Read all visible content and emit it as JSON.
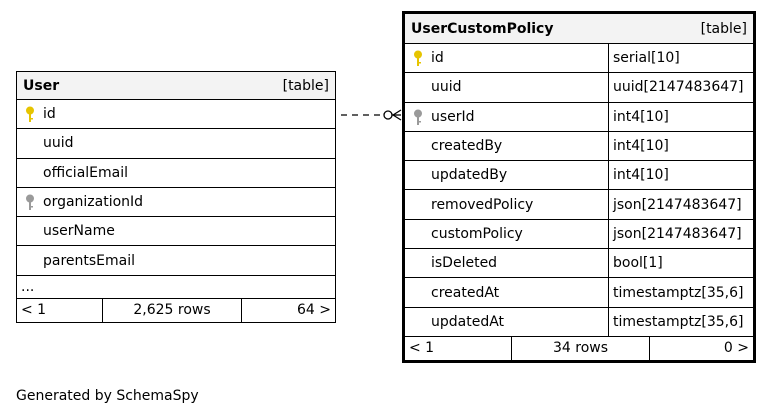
{
  "user_table": {
    "name": "User",
    "kind": "[table]",
    "columns": [
      {
        "name": "id",
        "key": "primary"
      },
      {
        "name": "uuid",
        "key": "none"
      },
      {
        "name": "officialEmail",
        "key": "none"
      },
      {
        "name": "organizationId",
        "key": "foreign"
      },
      {
        "name": "userName",
        "key": "none"
      },
      {
        "name": "parentsEmail",
        "key": "none"
      }
    ],
    "ellipsis": "...",
    "footer": {
      "prev": "< 1",
      "rows": "2,625 rows",
      "next": "64 >"
    }
  },
  "policy_table": {
    "name": "UserCustomPolicy",
    "kind": "[table]",
    "columns": [
      {
        "name": "id",
        "type": "serial[10]",
        "key": "primary"
      },
      {
        "name": "uuid",
        "type": "uuid[2147483647]",
        "key": "none"
      },
      {
        "name": "userId",
        "type": "int4[10]",
        "key": "foreign"
      },
      {
        "name": "createdBy",
        "type": "int4[10]",
        "key": "none"
      },
      {
        "name": "updatedBy",
        "type": "int4[10]",
        "key": "none"
      },
      {
        "name": "removedPolicy",
        "type": "json[2147483647]",
        "key": "none"
      },
      {
        "name": "customPolicy",
        "type": "json[2147483647]",
        "key": "none"
      },
      {
        "name": "isDeleted",
        "type": "bool[1]",
        "key": "none"
      },
      {
        "name": "createdAt",
        "type": "timestamptz[35,6]",
        "key": "none"
      },
      {
        "name": "updatedAt",
        "type": "timestamptz[35,6]",
        "key": "none"
      }
    ],
    "footer": {
      "prev": "< 1",
      "rows": "34 rows",
      "next": "0 >"
    }
  },
  "caption": "Generated by SchemaSpy",
  "colors": {
    "primary_key": "#e6c400",
    "foreign_key": "#9a9a9a",
    "header_bg": "#f3f3f3"
  }
}
